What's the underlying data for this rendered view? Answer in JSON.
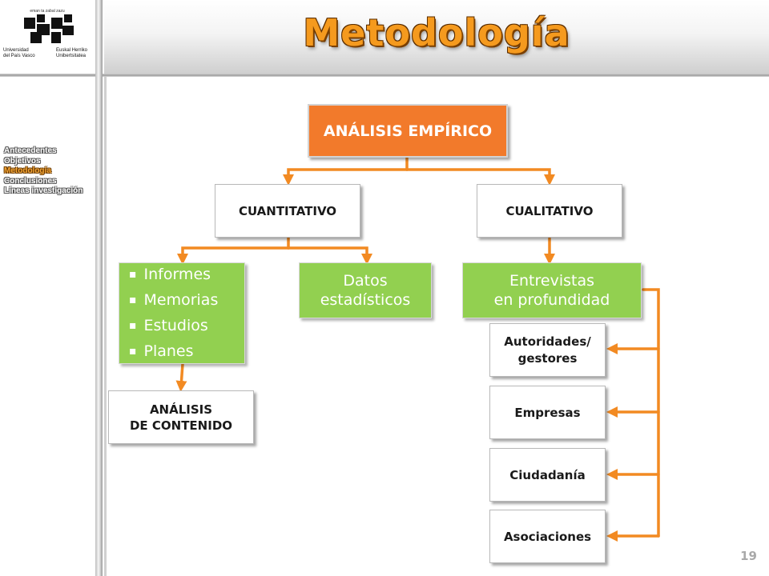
{
  "logo": {
    "motto": "eman ta zabal zazu",
    "left_lines": [
      "Universidad",
      "del País Vasco"
    ],
    "right_lines": [
      "Euskal Herriko",
      "Unibertsitatea"
    ]
  },
  "title": "Metodología",
  "nav": {
    "items": [
      {
        "label": "Antecedentes",
        "active": false
      },
      {
        "label": "Objetivos",
        "active": false
      },
      {
        "label": "Metodología",
        "active": true
      },
      {
        "label": "Conclusiones",
        "active": false
      },
      {
        "label": "Líneas investigación",
        "active": false
      }
    ]
  },
  "diagram": {
    "root": "ANÁLISIS EMPÍRICO",
    "cuantitativo": "CUANTITATIVO",
    "cualitativo": "CUALITATIVO",
    "sources": [
      "Informes",
      "Memorias",
      "Estudios",
      "Planes"
    ],
    "datos": [
      "Datos",
      "estadísticos"
    ],
    "entrevistas": [
      "Entrevistas",
      "en profundidad"
    ],
    "analisis_contenido": [
      "ANÁLISIS",
      "DE CONTENIDO"
    ],
    "interviewees": [
      [
        "Autoridades/",
        "gestores"
      ],
      [
        "Empresas"
      ],
      [
        "Ciudadanía"
      ],
      [
        "Asociaciones"
      ]
    ]
  },
  "colors": {
    "title": "#f59a1e",
    "arrow": "#f28a22",
    "root_fill": "#f27a2b",
    "green_fill": "#92d050",
    "nav_active": "#f4a636"
  },
  "page_number": "19"
}
